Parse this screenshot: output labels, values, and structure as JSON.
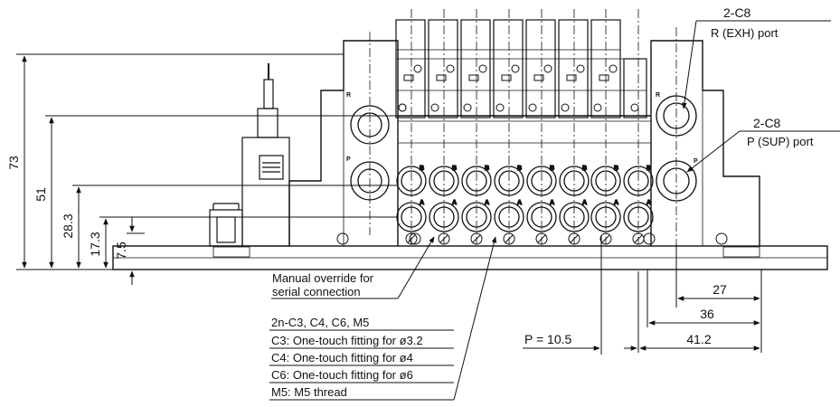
{
  "dimensions": {
    "h73": "73",
    "h51": "51",
    "h28_3": "28.3",
    "h17_3": "17.3",
    "h7_5": "7.5",
    "w27": "27",
    "w36": "36",
    "w41_2": "41.2",
    "pitch": "P = 10.5"
  },
  "callouts": {
    "exh_code": "2-C8",
    "exh_port": "R (EXH) port",
    "sup_code": "2-C8",
    "sup_port": "P (SUP) port",
    "override_line1": "Manual override for",
    "override_line2": "serial connection"
  },
  "port_notes": [
    "2n-C3, C4, C6, M5",
    "C3: One-touch fitting for ø3.2",
    "C4: One-touch fitting for ø4",
    "C6: One-touch fitting for ø6",
    "M5: M5 thread"
  ],
  "port_letters": {
    "r": "R",
    "p": "P",
    "b": "B",
    "a": "A"
  },
  "stations": 8
}
